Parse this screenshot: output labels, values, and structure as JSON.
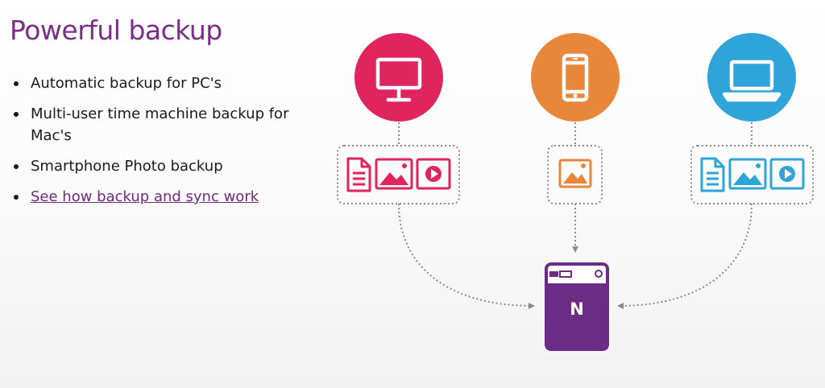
{
  "page": {
    "title": "Powerful backup"
  },
  "features": [
    "Automatic backup for PC's",
    "Multi-user time machine backup for Mac's",
    "Smartphone Photo backup"
  ],
  "link": {
    "label": "See how backup and sync work"
  },
  "devices": [
    {
      "icon": "desktop-monitor-icon",
      "color": "#e0245e",
      "files": [
        "document-icon",
        "photo-icon",
        "video-icon"
      ]
    },
    {
      "icon": "smartphone-icon",
      "color": "#e8873a",
      "files": [
        "photo-icon"
      ]
    },
    {
      "icon": "laptop-icon",
      "color": "#2fa4d9",
      "files": [
        "document-icon",
        "photo-icon",
        "video-icon"
      ]
    }
  ],
  "nas": {
    "brand_letter": "N",
    "color": "#6b2c85"
  }
}
